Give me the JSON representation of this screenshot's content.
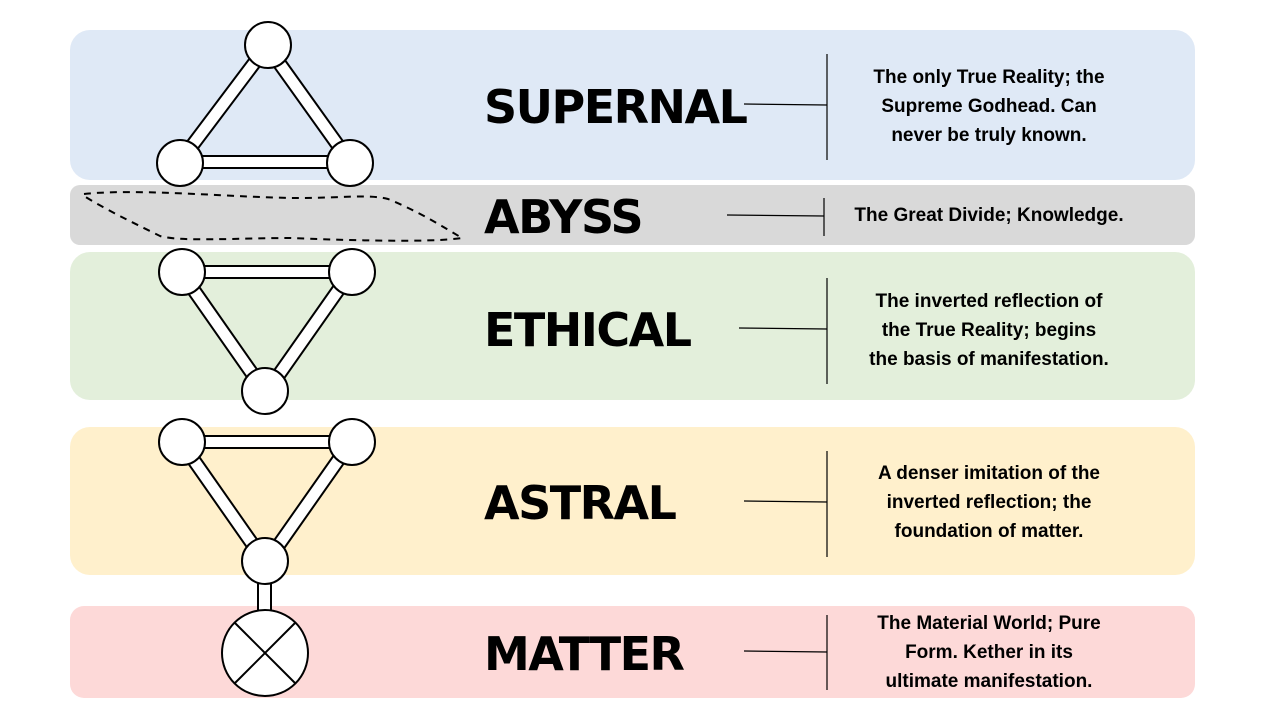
{
  "colors": {
    "supernal": "#dfe9f6",
    "abyss": "#d9d9d9",
    "ethical": "#e3efdb",
    "astral": "#fff0cc",
    "matter": "#fdd9d8"
  },
  "layers": {
    "supernal": {
      "title": "SUPERNAL",
      "lines": [
        "The only True Reality; the",
        "Supreme Godhead. Can",
        "never be truly known."
      ]
    },
    "abyss": {
      "title": "ABYSS",
      "lines": [
        "The Great Divide; Knowledge."
      ]
    },
    "ethical": {
      "title": "ETHICAL",
      "lines": [
        "The inverted reflection of",
        "the True Reality; begins",
        "the basis of manifestation."
      ]
    },
    "astral": {
      "title": "ASTRAL",
      "lines": [
        "A denser imitation of the",
        "inverted reflection; the",
        "foundation of matter."
      ]
    },
    "matter": {
      "title": "MATTER",
      "lines": [
        "The Material World; Pure",
        "Form. Kether in its",
        "ultimate manifestation."
      ]
    }
  }
}
